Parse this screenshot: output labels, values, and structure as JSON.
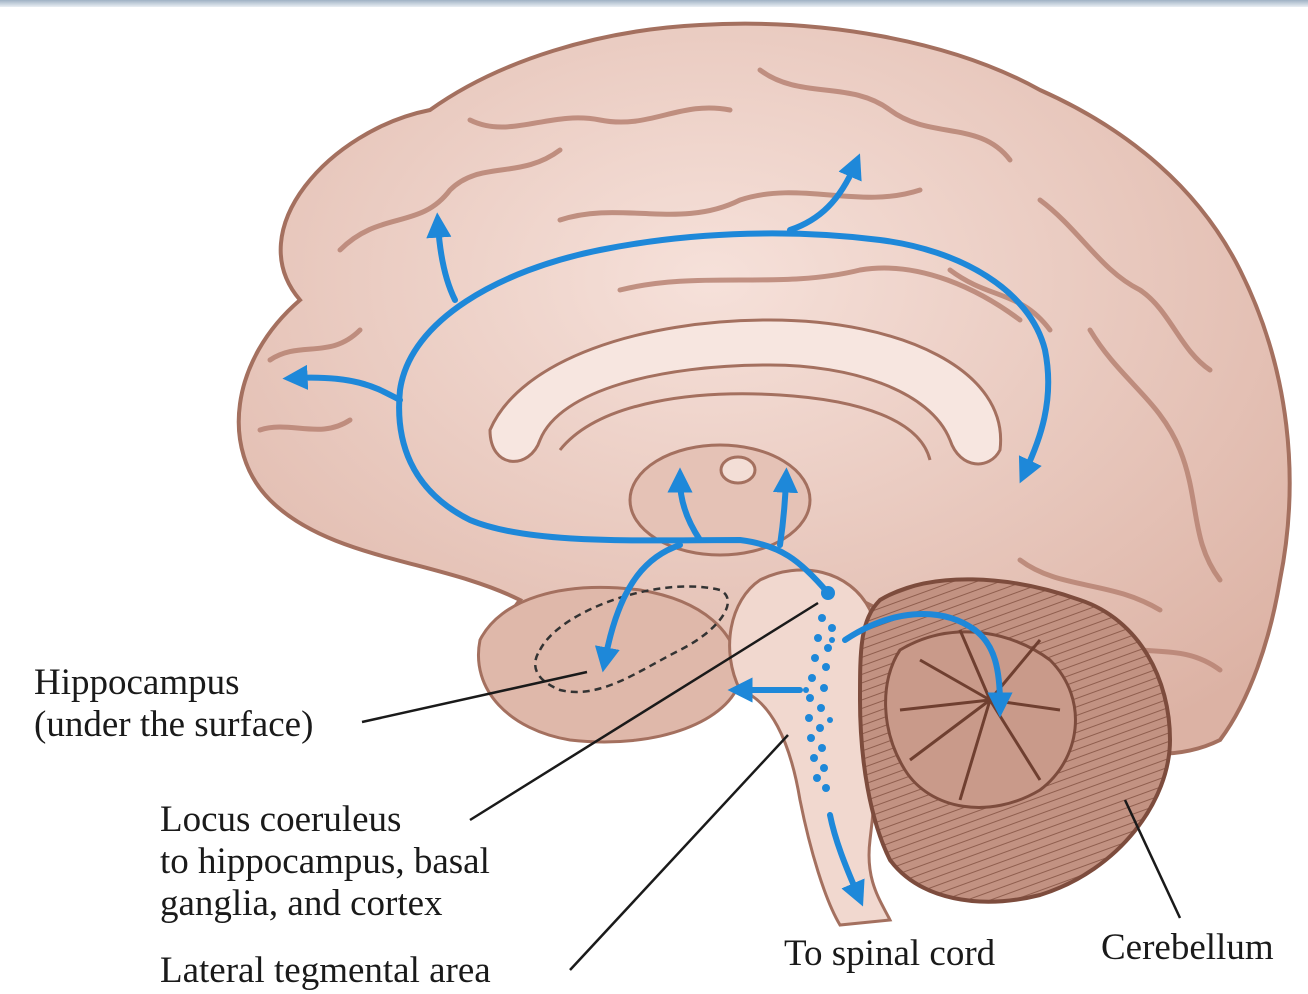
{
  "labels": {
    "hippocampus": [
      "Hippocampus",
      "(under the surface)"
    ],
    "locus_coeruleus": [
      "Locus coeruleus",
      "to hippocampus, basal",
      "ganglia, and cortex"
    ],
    "lateral_tegmental_area": "Lateral tegmental area",
    "spinal_cord": "To spinal cord",
    "cerebellum": "Cerebellum"
  },
  "colors": {
    "pathway": "#1e88d9",
    "brain_fill": "#edcfc5",
    "brain_dark": "#a4705f",
    "cerebellum_fill": "#c59787",
    "leader_line": "#1a1a1a"
  }
}
